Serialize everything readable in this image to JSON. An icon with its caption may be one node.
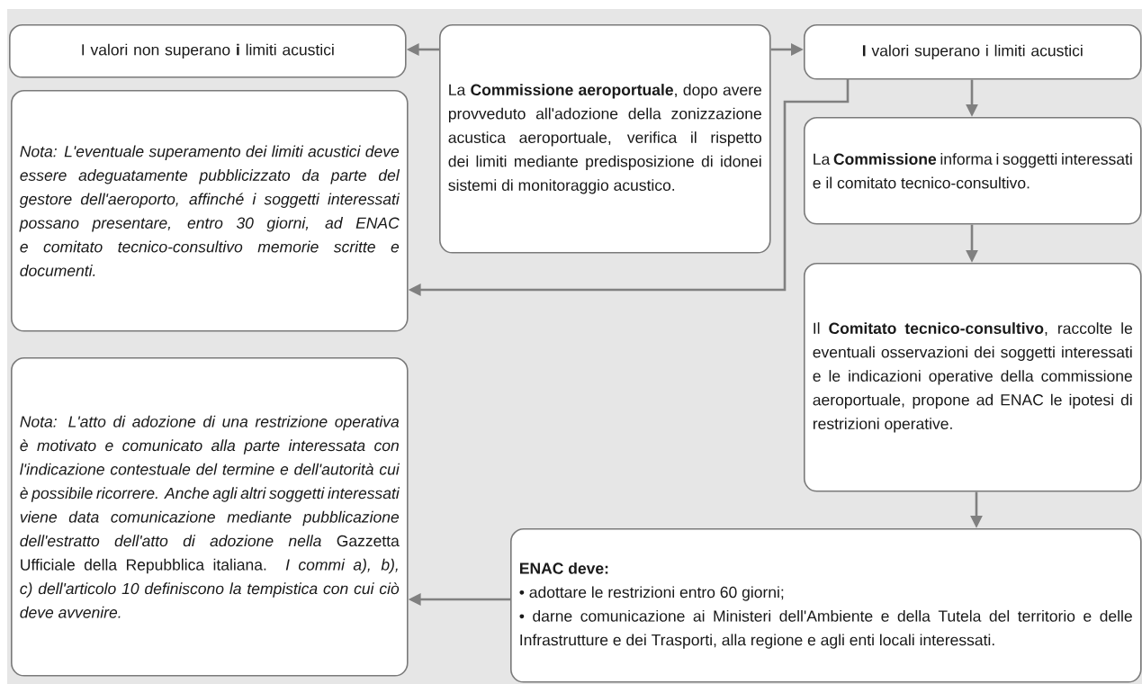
{
  "diagram": {
    "nodes": [
      {
        "text": [
          "I valori non superano **i** limiti acustici"
        ]
      },
      {
        "text": [
          "La **Commissione aeroportuale**, dopo avere provveduto all'adozione della zonizzazione acustica aeroportuale, verifica il rispetto dei limiti mediante predisposizione di idonei sistemi di monitoraggio acustico."
        ]
      },
      {
        "text": [
          "**I** valori superano i limiti acustici"
        ]
      },
      {
        "text": [
          "Nota: L'eventuale superamento dei limiti acustici deve essere adeguatamente pubblicizzato da parte del gestore dell'aeroporto, affinché i soggetti interessati possano presentare, entro 30 giorni, ad ENAC e comitato tecnico-consultivo memorie scritte e documenti."
        ]
      },
      {
        "text": [
          "La **Commissione** informa i soggetti interessati e il comitato tecnico-consultivo."
        ]
      },
      {
        "text": [
          "Il **Comitato tecnico-consultivo**, raccolte le eventuali osservazioni dei soggetti interessati e le indicazioni operative della commissione aeroportuale, propone ad ENAC le ipotesi di restrizioni operative."
        ]
      },
      {
        "text": [
          "*Nota: L'atto di adozione di una restrizione operativa è motivato e comunicato alla parte interessata con l'indicazione contestuale del termine e dell'autorità cui è possibile ricorrere. Anche agli altri soggetti interessati viene data comunicazione mediante pubblicazione dell'estratto dell'atto di adozione nella* Gazzetta Ufficiale della Repubblica italiana. *I commi a), b), c) dell'articolo 10 definiscono la tempistica con cui ciò deve avvenire.*"
        ]
      },
      {
        "text": [
          "ENAC deve:",
          "• adottare le restrizioni entro 60 giorni;",
          "• darne comunicazione ai Ministeri dell'Ambiente e della Tutela del territorio e delle Infrastrutture e dei Trasporti, alla regione e agli enti locali interessati."
        ]
      }
    ],
    "edges": [
      {
        "from": 1,
        "to": 0,
        "arrow": "to"
      },
      {
        "from": 1,
        "to": 2,
        "arrow": "to"
      },
      {
        "from": 2,
        "to": 3,
        "arrow": "to"
      },
      {
        "from": 2,
        "to": 4,
        "arrow": "to"
      },
      {
        "from": 4,
        "to": 5,
        "arrow": "to"
      },
      {
        "from": 5,
        "to": 7,
        "arrow": "to"
      },
      {
        "from": 7,
        "to": 6,
        "arrow": "to"
      }
    ]
  }
}
